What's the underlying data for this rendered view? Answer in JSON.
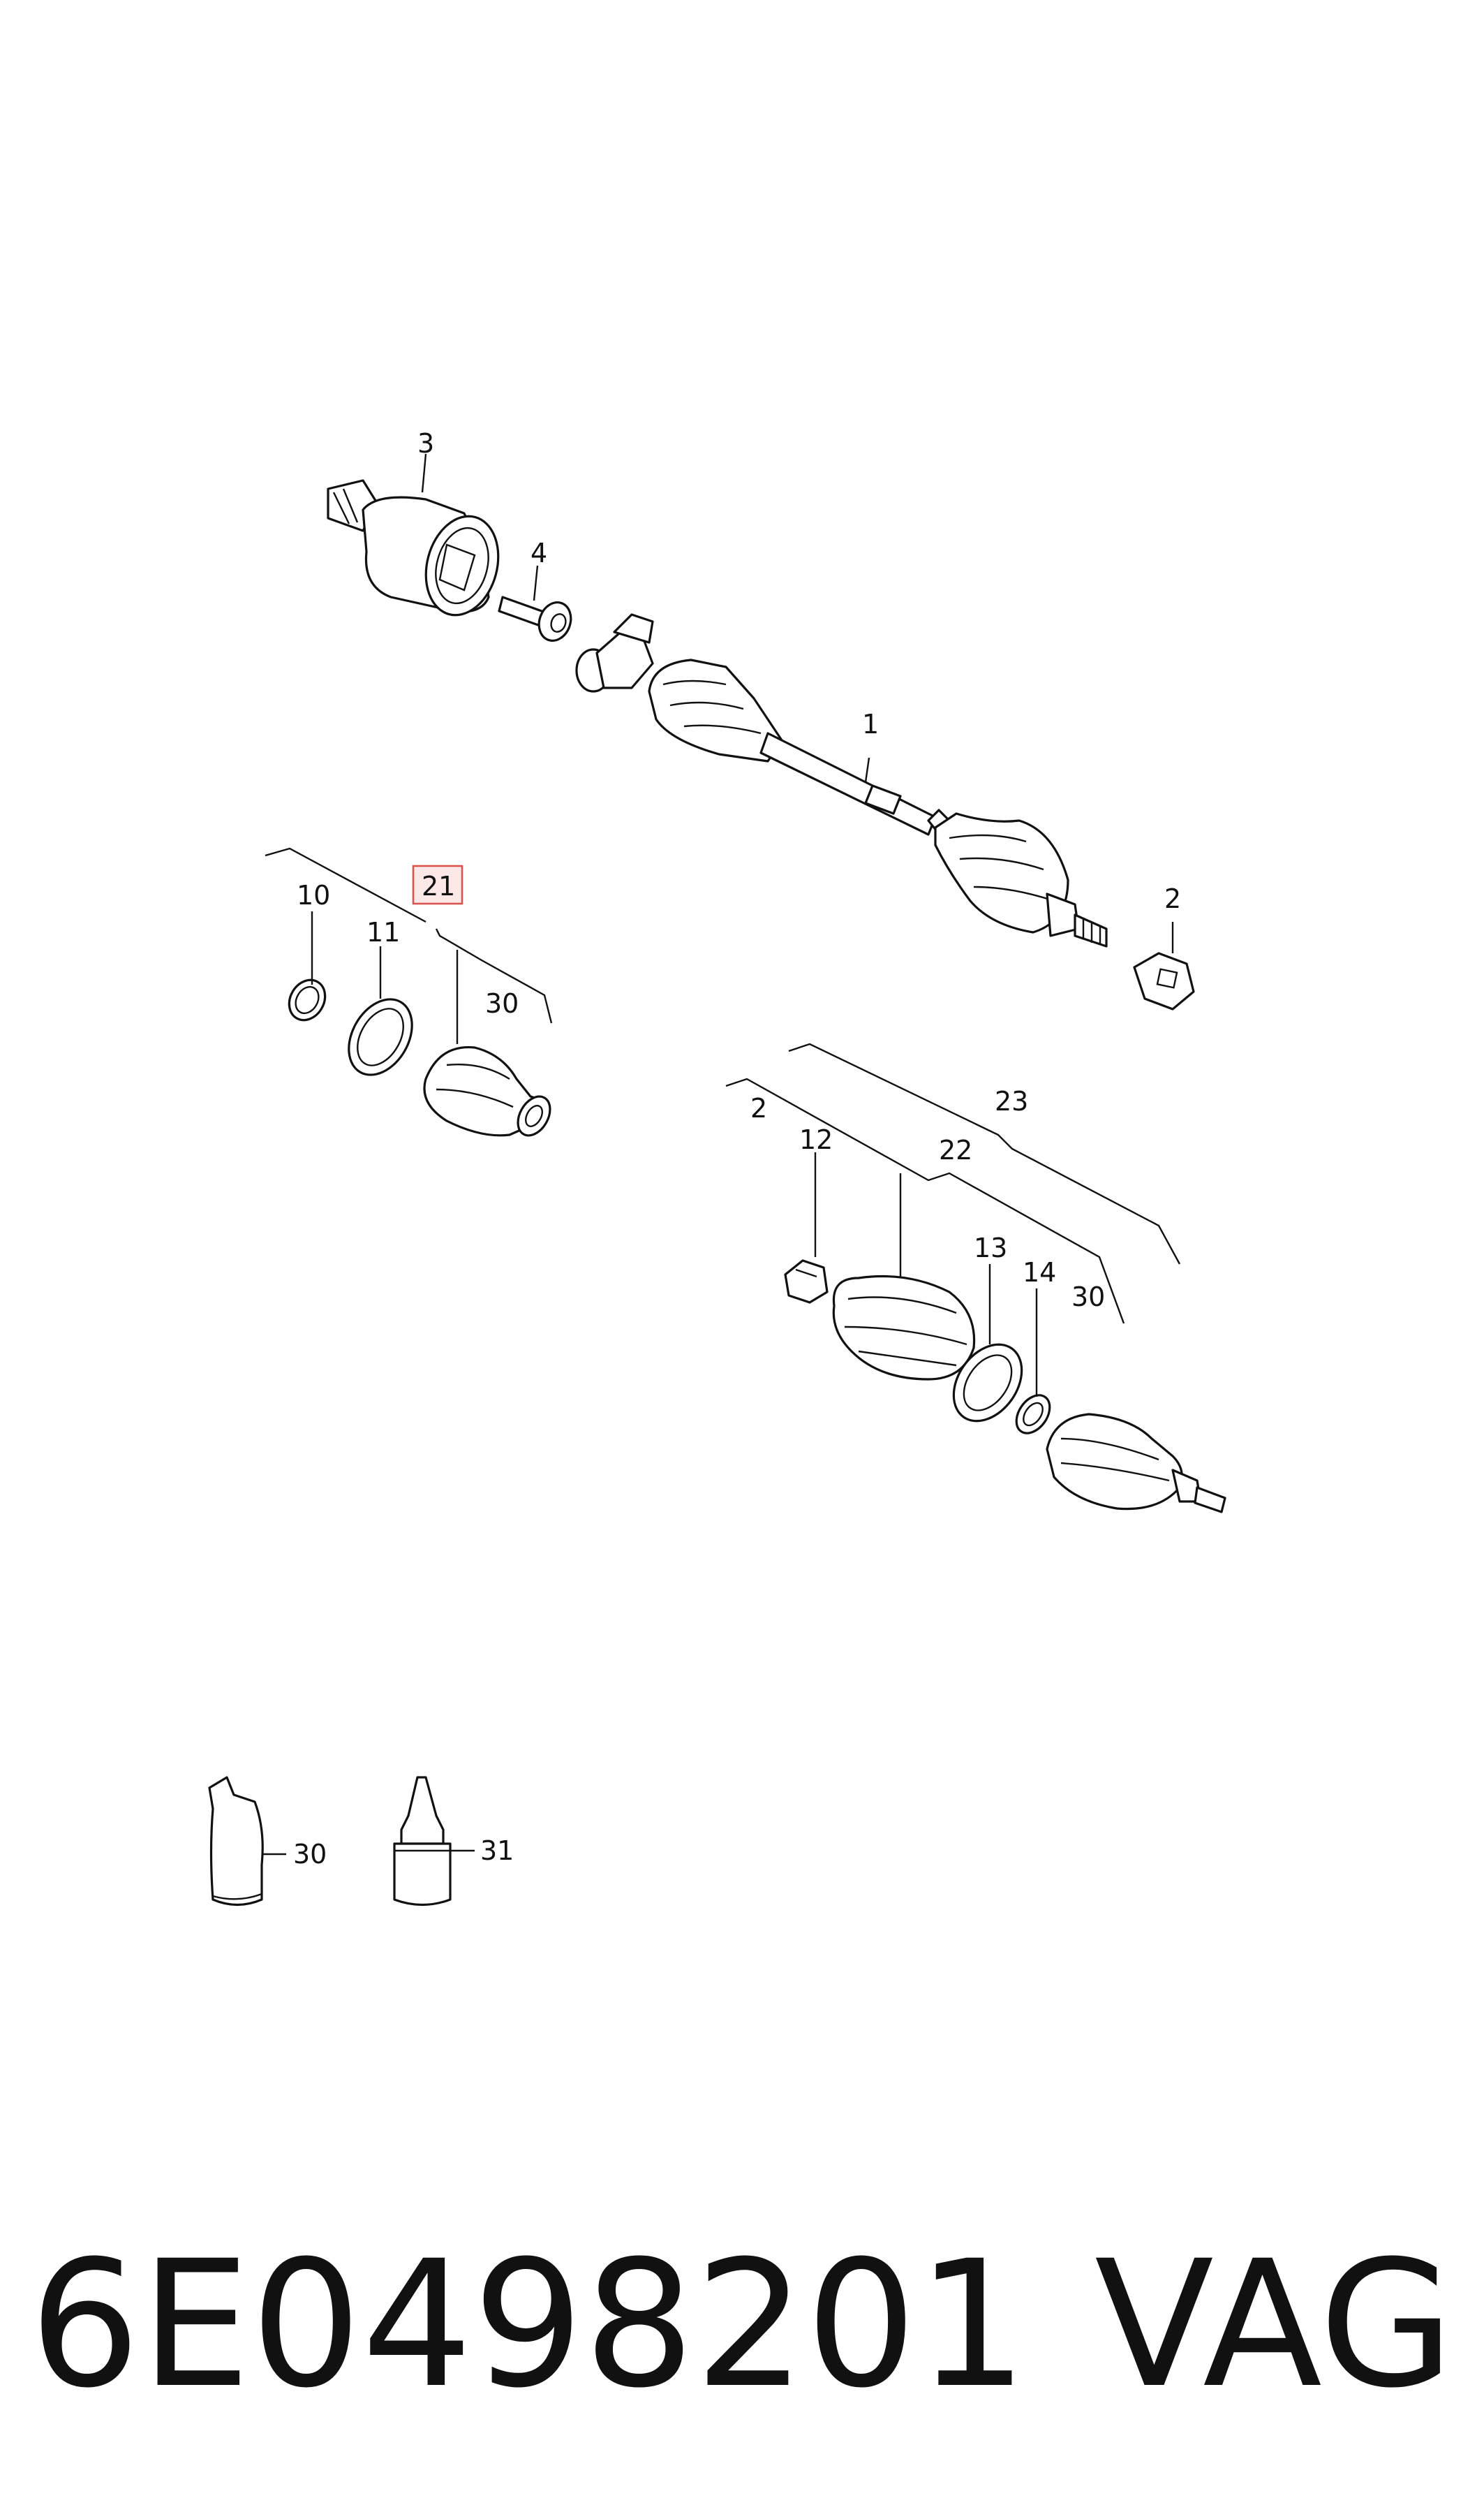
{
  "callouts": {
    "c1": "1",
    "c2_nut": "2",
    "c2_group": "2",
    "c3": "3",
    "c4": "4",
    "c10": "10",
    "c11": "11",
    "c12": "12",
    "c13": "13",
    "c14": "14",
    "c21": "21",
    "c22": "22",
    "c23": "23",
    "c30_upper": "30",
    "c30_lower": "30",
    "c30_grease": "30",
    "c31": "31"
  },
  "highlight_color": "#d9534f",
  "footer": {
    "part_number": "6E0498201",
    "brand": "VAG"
  }
}
